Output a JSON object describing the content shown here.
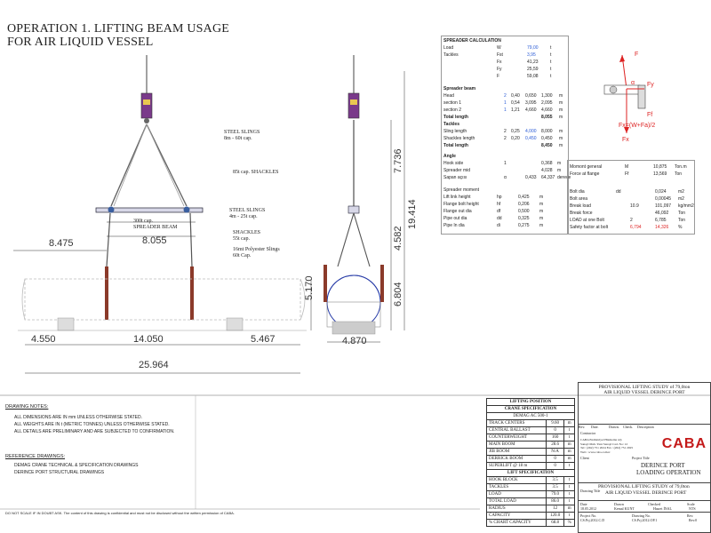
{
  "title": {
    "line1": "OPERATION 1. LIFTING BEAM USAGE",
    "line2": "FOR  AIR LIQUID VESSEL"
  },
  "callouts": {
    "steel_slings_1": "STEEL SLINGS",
    "steel_slings_1_sub": "8m - 60t cap.",
    "shackles_85": "85t cap. SHACKLES",
    "steel_slings_2": "STEEL SLINGS",
    "steel_slings_2_sub": "4m - 25t cap.",
    "shackles_55": "SHACKLES",
    "shackles_55_sub": "55t cap.",
    "polyester": "16mt Polyester Slings",
    "polyester_sub": "60t Cap.",
    "spreader_cap": "300t cap.",
    "spreader_beam": "SPREADER BEAM"
  },
  "dimensions": {
    "beam": "8.055",
    "overhang": "8.475",
    "d4550": "4.550",
    "d14050": "14.050",
    "d5467": "5.467",
    "total": "25.964",
    "height": "5.170",
    "side_7736": "7.736",
    "side_4582": "4.582",
    "side_19414": "19.414",
    "side_6804": "6.804",
    "side_4870": "4.870"
  },
  "spreader_calc": {
    "heading": "SPREADER CALCULATION",
    "rows": [
      {
        "label": "Load",
        "sym": "W",
        "val": "79,00",
        "unit": "t"
      },
      {
        "label": "Tackles",
        "sym": "Fst",
        "val": "3,95",
        "unit": "t"
      },
      {
        "label": "",
        "sym": "Fx",
        "val": "41,23",
        "unit": "t"
      },
      {
        "label": "",
        "sym": "Fy",
        "val": "25,59",
        "unit": "t"
      },
      {
        "label": "",
        "sym": "F",
        "val": "59,08",
        "unit": "t"
      }
    ],
    "beam_heading": "Spreader beam",
    "beam_rows": [
      {
        "label": "Head",
        "n": "2",
        "a": "0,40",
        "b": "0,650",
        "c": "1,300",
        "u": "m"
      },
      {
        "label": "section 1",
        "n": "1",
        "a": "0,54",
        "b": "3,095",
        "c": "2,095",
        "u": "m"
      },
      {
        "label": "section 2",
        "n": "1",
        "a": "1,21",
        "b": "4,660",
        "c": "4,660",
        "u": "m"
      }
    ],
    "beam_total_label": "Total length",
    "beam_total": "8,055",
    "beam_total_u": "m",
    "tackles_heading": "Tackles",
    "tackles_rows": [
      {
        "label": "Sling length",
        "n": "2",
        "a": "0,25",
        "b": "4,000",
        "c": "8,000",
        "u": "m"
      },
      {
        "label": "Shackles length",
        "n": "2",
        "a": "0,20",
        "b": "0,450",
        "c": "0,450",
        "u": "m"
      }
    ],
    "tackles_total_label": "Total length",
    "tackles_total": "8,450",
    "tackles_total_u": "m",
    "angle_heading": "Angle",
    "angle_rows": [
      {
        "label": "Hook side",
        "n": "1",
        "b": "",
        "c": "0,368",
        "u": "m"
      },
      {
        "label": "Spreader mid",
        "n": "",
        "b": "",
        "c": "4,028",
        "u": "m"
      },
      {
        "label": "Sapan açısı",
        "n": "α",
        "b": "0,433",
        "c": "64,337",
        "u": "derece"
      }
    ],
    "moment_rows": [
      {
        "label": "Spreader moment",
        "s": "",
        "v": "",
        "u": ""
      },
      {
        "label": "Lift link height",
        "s": "hp",
        "v": "0,425",
        "u": "m"
      },
      {
        "label": "Flange bolt height",
        "s": "hf",
        "v": "0,206",
        "u": "m"
      },
      {
        "label": "Flange out dia",
        "s": "df",
        "v": "0,500",
        "u": "m"
      },
      {
        "label": "Pipe out dia",
        "s": "dd",
        "v": "0,325",
        "u": "m"
      },
      {
        "label": "Pipe In dia",
        "s": "di",
        "v": "0,275",
        "u": "m"
      }
    ],
    "right_rows": [
      {
        "label": "Momont general",
        "s": "M",
        "v": "10,875",
        "u": "Ton.m"
      },
      {
        "label": "Force at flange",
        "s": "Ff",
        "v": "13,569",
        "u": "Ton"
      }
    ],
    "bolt_rows": [
      {
        "label": "Bolt dia",
        "s": "dd",
        "n": "",
        "v": "0,024",
        "u": "m2"
      },
      {
        "label": "Bolt area",
        "s": "",
        "n": "",
        "v": "0,00045",
        "u": "m2"
      },
      {
        "label": "Break load",
        "s": "",
        "n": "10.9",
        "v": "101,097",
        "u": "kg/mm2"
      },
      {
        "label": "Break force",
        "s": "",
        "n": "",
        "v": "46,092",
        "u": "Ton"
      },
      {
        "label": "LOAD at one Bolt",
        "s": "",
        "n": "2",
        "v": "6,785",
        "u": "Ton"
      },
      {
        "label": "Safety factor at bolt",
        "s": "",
        "n": "6,794",
        "v": "14,326",
        "u": "%"
      }
    ],
    "diagram_labels": {
      "F": "F",
      "Fy": "Fy",
      "a": "α",
      "Ff": "Ff",
      "formula": "Fx=(W+Fa)/2",
      "Fx": "Fx"
    }
  },
  "notes": {
    "heading": "DRAWING NOTES:",
    "items": [
      "ALL DIMENSIONS ARE IN mm UNLESS OTHERWISE STATED.",
      "ALL WEIGHTS ARE IN t (METRIC TONNES) UNLESS OTHERWISE STATED.",
      "ALL DETAILS ARE PRELIMINARY AND ARE SUBJECTED TO CONFIRMATION."
    ],
    "ref_heading": "REFERENCE DRAWINGS:",
    "ref_items": [
      "DEMAG CRANE TECHNICAL & SPECIFICATION DRAWINGS",
      "DERINCE PORT STRUCTURAL DRAWINGS"
    ],
    "footer": "DO NOT SCALE     IF IN DOUBT ASK.  The content of this drawing is confidential and must not be disclosed without the written permission of CABA."
  },
  "lifting": {
    "heading1": "LIFTING POSITION",
    "heading2": "CRANE  SPECIFICATION",
    "model": "DEMAG AC 500-1",
    "rows": [
      {
        "label": "TRACK CENTERS",
        "v": "9.60",
        "u": "m"
      },
      {
        "label": "CENTRAL BALLAST",
        "v": "0",
        "u": "t"
      },
      {
        "label": "COUNTERWEIGHT",
        "v": "160",
        "u": "t"
      },
      {
        "label": "MAIN BOOM",
        "v": "28.6",
        "u": "m"
      },
      {
        "label": "JIB BOOM",
        "v": "N/A",
        "u": "m"
      },
      {
        "label": "DERRICK BOOM",
        "v": "0",
        "u": "m"
      },
      {
        "label": "SUPERLIFT @ 18 m",
        "v": "0",
        "u": "t"
      }
    ],
    "spec_heading": "LIFT SPECIFICATION",
    "spec_rows": [
      {
        "label": "HOOK BLOCK",
        "v": "3.5",
        "u": "t"
      },
      {
        "label": "TACKLES",
        "v": "3.5",
        "u": "t"
      },
      {
        "label": "LOAD",
        "v": "79.0",
        "u": "t"
      },
      {
        "label": "TOTAL LOAD",
        "v": "86.0",
        "u": "t"
      },
      {
        "label": "RADIUS",
        "v": "12",
        "u": "m"
      },
      {
        "label": "CAPACITY",
        "v": "120.0",
        "u": "t"
      },
      {
        "label": "% CHART CAPACITY",
        "v": "68.8",
        "u": "%"
      }
    ]
  },
  "titleblock": {
    "study1": "PROVISIONAL LIFTING STUDY of 79,0ton",
    "study2": "AIR LIQUID VESSEL DERINCE PORT",
    "rev_headers": [
      "Rev.",
      "Date.",
      "Drawn.",
      "Check.",
      "Description"
    ],
    "contractor": "Contractor",
    "company": "CABA Endüstriyel Hizmetler AŞ",
    "address1": "Sanayi Mah. Yeni Sanayi Cad. No: 12",
    "address2": "Tel : (262) 751 2024    Fax : (262) 751 2025",
    "web": "Web : www.caba.com.tr",
    "logo": "CABA",
    "client": "Client",
    "project_title_label": "Project Title",
    "project_title1": "DERINCE  PORT",
    "project_title2": "LOADING  OPERATION",
    "drawing_title_label": "Drawing Title",
    "drawing_title1": "PROVISIONAL LIFTING STUDY of 79,0ton",
    "drawing_title2": "AIR LIQUID VESSEL DERINCE PORT",
    "date_label": "Date",
    "date": "18.05.2012",
    "drawn_label": "Drawn",
    "drawn": "Kemal KUNT",
    "checked_label": "Checked",
    "checked": "Hasret İNAL",
    "scale_label": "Scale",
    "scale": "NTS",
    "project_no_label": "Project No.",
    "project_no": "CS.Prj.2012.C.D",
    "drawing_no_label": "Drawing No.",
    "drawing_no": "CS.Prj.2012.OP.1",
    "rev_label": "Rev.",
    "rev": "Rev.0"
  }
}
